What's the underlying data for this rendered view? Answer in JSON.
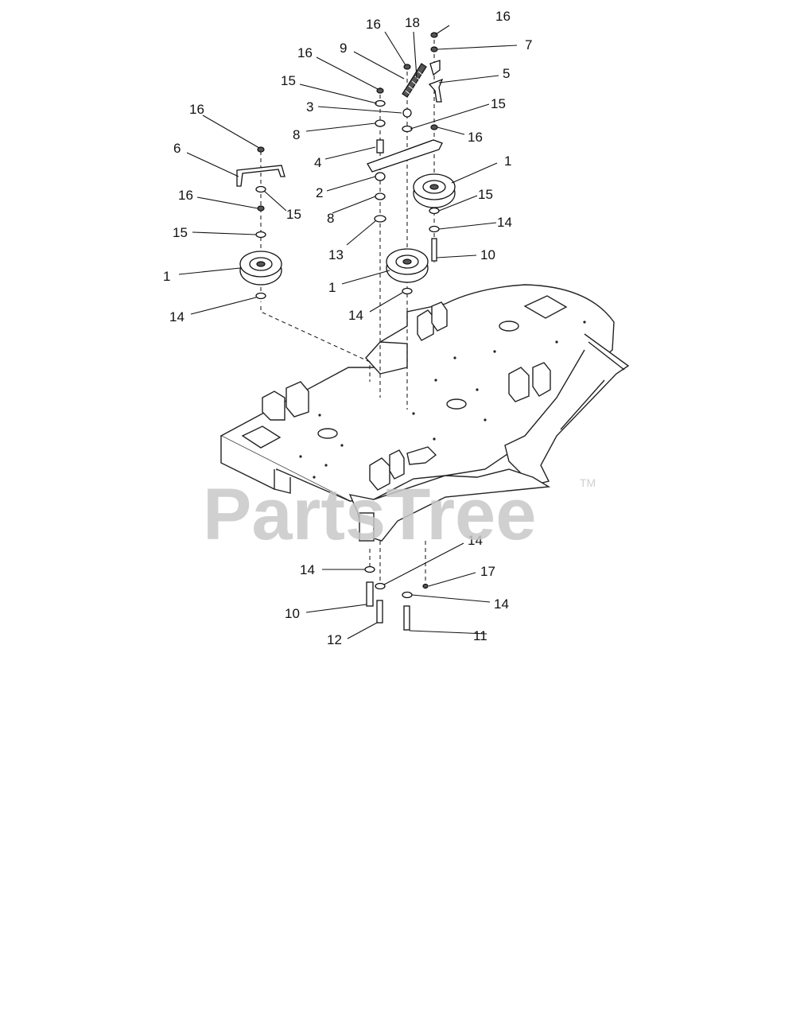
{
  "watermark": {
    "brand": "PartsTree",
    "trademark": "TM"
  },
  "callouts": [
    {
      "id": "c-16a",
      "label": "16"
    },
    {
      "id": "c-18",
      "label": "18"
    },
    {
      "id": "c-16b",
      "label": "16"
    },
    {
      "id": "c-9",
      "label": "9"
    },
    {
      "id": "c-7",
      "label": "7"
    },
    {
      "id": "c-16c",
      "label": "16"
    },
    {
      "id": "c-5",
      "label": "5"
    },
    {
      "id": "c-15a",
      "label": "15"
    },
    {
      "id": "c-3",
      "label": "3"
    },
    {
      "id": "c-15b",
      "label": "15"
    },
    {
      "id": "c-16d",
      "label": "16"
    },
    {
      "id": "c-8a",
      "label": "8"
    },
    {
      "id": "c-16e",
      "label": "16"
    },
    {
      "id": "c-6",
      "label": "6"
    },
    {
      "id": "c-4",
      "label": "4"
    },
    {
      "id": "c-1a",
      "label": "1"
    },
    {
      "id": "c-2",
      "label": "2"
    },
    {
      "id": "c-16f",
      "label": "16"
    },
    {
      "id": "c-15c",
      "label": "15"
    },
    {
      "id": "c-15d",
      "label": "15"
    },
    {
      "id": "c-8b",
      "label": "8"
    },
    {
      "id": "c-14a",
      "label": "14"
    },
    {
      "id": "c-15e",
      "label": "15"
    },
    {
      "id": "c-13",
      "label": "13"
    },
    {
      "id": "c-10a",
      "label": "10"
    },
    {
      "id": "c-1b",
      "label": "1"
    },
    {
      "id": "c-1c",
      "label": "1"
    },
    {
      "id": "c-14b",
      "label": "14"
    },
    {
      "id": "c-14c",
      "label": "14"
    },
    {
      "id": "c-14d",
      "label": "14"
    },
    {
      "id": "c-14e",
      "label": "14"
    },
    {
      "id": "c-17",
      "label": "17"
    },
    {
      "id": "c-14f",
      "label": "14"
    },
    {
      "id": "c-10b",
      "label": "10"
    },
    {
      "id": "c-12",
      "label": "12"
    },
    {
      "id": "c-11",
      "label": "11"
    }
  ]
}
